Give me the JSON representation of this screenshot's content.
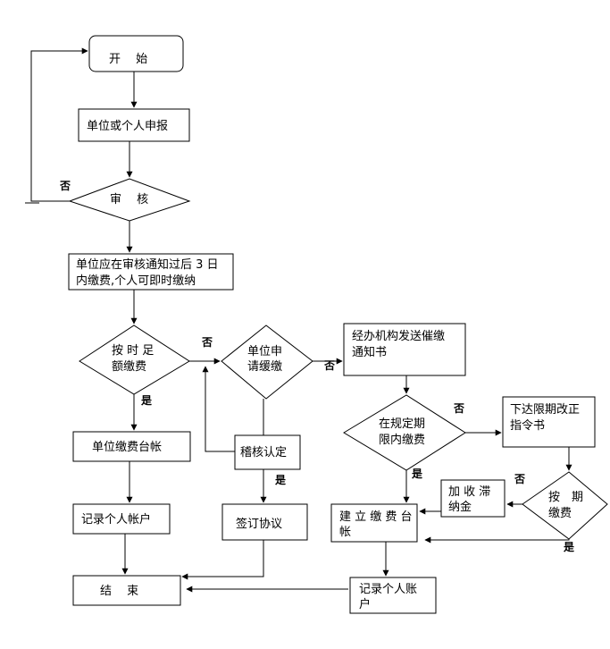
{
  "nodes": {
    "start": "开　 始",
    "apply": "单位或个人申报",
    "review": "审　 核",
    "notify1": "单位应在审核通知过后 3 日",
    "notify2": "内缴费,个人可即时缴纳",
    "fullpay1": "按 时 足",
    "fullpay2": "额缴费",
    "defer1": "单位申",
    "defer2": "请缓缴",
    "ledger": "单位缴费台帐",
    "audit": "稽核认定",
    "record": "记录个人帐户",
    "sign": "签订协议",
    "end": "结　 束",
    "urge1": "经办机构发送催缴",
    "urge2": "通知书",
    "inperiod1": "在规定期",
    "inperiod2": "限内缴费",
    "order1": "下达限期改正",
    "order2": "指令书",
    "ontime1": "按　期",
    "ontime2": "缴费",
    "penalty1": "加 收 滞",
    "penalty2": "纳金",
    "buildledger1": "建 立 缴 费 台",
    "buildledger2": "帐",
    "record2a": "记录个人账",
    "record2b": "户"
  },
  "labels": {
    "no": "否",
    "yes": "是"
  },
  "colors": {
    "stroke": "#000000",
    "fill": "#ffffff"
  }
}
